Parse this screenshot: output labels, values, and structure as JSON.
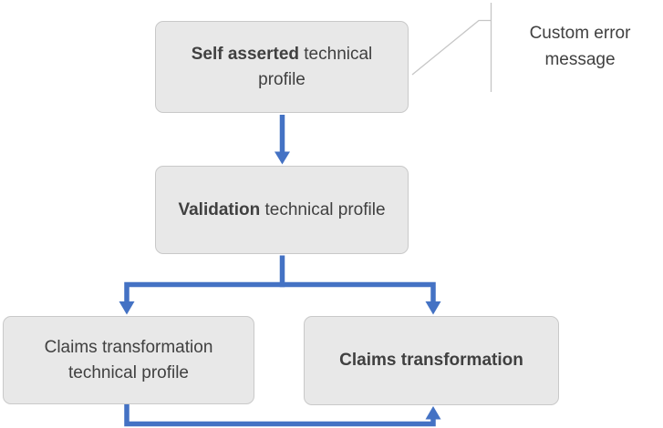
{
  "colors": {
    "arrow_blue": "#4472C4",
    "box_fill": "#E8E8E8",
    "box_border": "#C9C9C9",
    "text_dark": "#404040",
    "callout_line": "#C6C6C6"
  },
  "nodes": {
    "self_asserted": {
      "bold": "Self asserted",
      "rest": " technical profile"
    },
    "validation": {
      "bold": "Validation",
      "rest": " technical profile"
    },
    "claims_transformation_tp": {
      "text": "Claims transformation technical profile"
    },
    "claims_transformation": {
      "text": "Claims transformation"
    }
  },
  "edges": [
    {
      "from": "self_asserted",
      "to": "validation",
      "style": "arrow-down"
    },
    {
      "from": "validation",
      "to": "claims_transformation_tp",
      "style": "arrow-branch-left"
    },
    {
      "from": "validation",
      "to": "claims_transformation",
      "style": "arrow-branch-right"
    },
    {
      "from": "claims_transformation_tp",
      "to": "claims_transformation",
      "style": "arrow-bottom-loop"
    }
  ],
  "callout": {
    "label": "Custom error message",
    "attached_to": "self_asserted"
  }
}
